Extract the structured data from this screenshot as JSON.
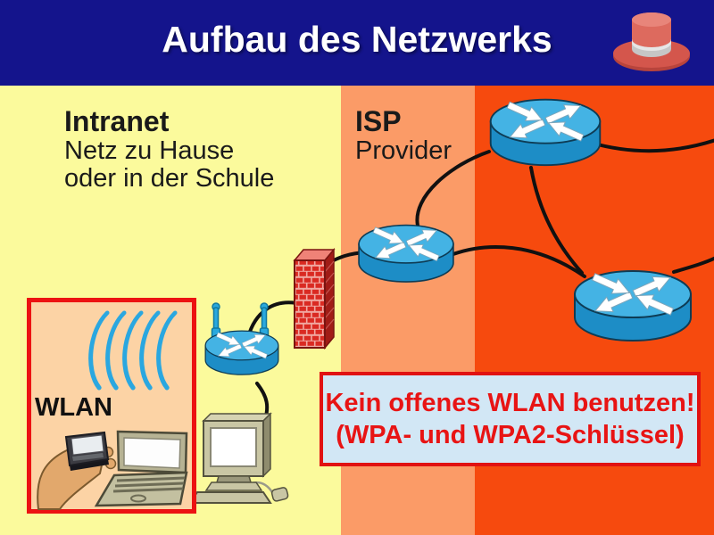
{
  "header": {
    "title": "Aufbau des Netzwerks"
  },
  "regions": {
    "intranet": {
      "heading": "Intranet",
      "line1": "Netz zu Hause",
      "line2": "oder in der Schule"
    },
    "isp": {
      "heading": "ISP",
      "sub": "Provider"
    }
  },
  "wlan_box": {
    "label": "WLAN"
  },
  "warning": {
    "line1": "Kein offenes WLAN benutzen!",
    "line2": "(WPA- und WPA2-Schlüssel)"
  },
  "icons": {
    "red-hat-icon": "red top hat",
    "router-icon": "blue cylinder with crossed white arrows (x4 instances)",
    "antenna-icon": "two wireless antennas",
    "firewall-icon": "red brick pillar",
    "wifi-waves-icon": "five blue signal arcs",
    "hand-phone-icon": "hand holding smartphone",
    "laptop-icon": "open laptop",
    "desktop-computer-icon": "desktop PC with mouse"
  },
  "colors": {
    "header_bg": "#14148c",
    "intranet_bg": "#fbfa9c",
    "isp_bg": "#fb9b67",
    "internet_bg": "#f64a0e",
    "router_blue_top": "#44b3e4",
    "router_blue_side": "#1d8dc6",
    "link_black": "#111111",
    "firewall_brick": "#da2a22",
    "wlan_border": "#ec1212",
    "wlan_fill": "#fcd3a5",
    "wifi_arc_blue": "#2aa7e0",
    "warning_bg": "#d2e7f5",
    "warning_red": "#e81414",
    "title_white": "#ffffff"
  }
}
